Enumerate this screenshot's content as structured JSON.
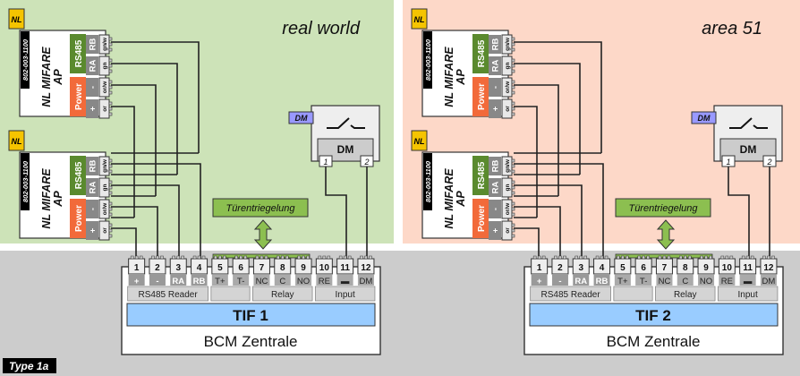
{
  "type_label": "Type 1a",
  "colors": {
    "panel_left_bg": "#cde3b8",
    "panel_right_bg": "#fdd8c8",
    "bottom_bg": "#cccccc",
    "rs485_green": "#5a8a2e",
    "power_orange": "#f26a3a",
    "tif_blue": "#99ccff",
    "dm_tag_purple": "#9999ff",
    "nl_badge_yellow": "#f5c400",
    "tuer_green": "#8cbf50"
  },
  "panels": [
    {
      "title": "real world",
      "readers": [
        {
          "badge": "NL",
          "part_number": "802-003-1100",
          "name_line1": "NL MIFARE",
          "name_line2": "AP",
          "groups": [
            {
              "label": "RS485"
            },
            {
              "label": "Power"
            }
          ],
          "pins": [
            {
              "label": "RB",
              "wire": "gn/w"
            },
            {
              "label": "RA",
              "wire": "gn"
            },
            {
              "label": "-",
              "wire": "or/w"
            },
            {
              "label": "+",
              "wire": "or"
            }
          ]
        },
        {
          "badge": "NL",
          "part_number": "802-003-1100",
          "name_line1": "NL MIFARE",
          "name_line2": "AP",
          "groups": [
            {
              "label": "RS485"
            },
            {
              "label": "Power"
            }
          ],
          "pins": [
            {
              "label": "RB",
              "wire": "gn/w"
            },
            {
              "label": "RA",
              "wire": "gn"
            },
            {
              "label": "-",
              "wire": "or/w"
            },
            {
              "label": "+",
              "wire": "or"
            }
          ]
        }
      ],
      "door_monitor": {
        "tag": "DM",
        "label": "DM",
        "pins": [
          "1",
          "2"
        ]
      },
      "door_lock_label": "Türentriegelung",
      "controller": {
        "interface": "TIF 1",
        "name": "BCM Zentrale",
        "terminals": [
          "1",
          "2",
          "3",
          "4",
          "5",
          "6",
          "7",
          "8",
          "9",
          "10",
          "11",
          "12"
        ],
        "terminal_labels": [
          "+",
          "-",
          "RA",
          "RB",
          "T+",
          "T-",
          "NC",
          "C",
          "NO",
          "RE",
          "▬",
          "DM"
        ],
        "groups": [
          {
            "label": "RS485 Reader"
          },
          {
            "label": ""
          },
          {
            "label": "Relay"
          },
          {
            "label": "Input"
          }
        ]
      }
    },
    {
      "title": "area 51",
      "readers": [
        {
          "badge": "NL",
          "part_number": "802-003-1100",
          "name_line1": "NL MIFARE",
          "name_line2": "AP",
          "groups": [
            {
              "label": "RS485"
            },
            {
              "label": "Power"
            }
          ],
          "pins": [
            {
              "label": "RB",
              "wire": "gn/w"
            },
            {
              "label": "RA",
              "wire": "gn"
            },
            {
              "label": "-",
              "wire": "or/w"
            },
            {
              "label": "+",
              "wire": "or"
            }
          ]
        },
        {
          "badge": "NL",
          "part_number": "802-003-1100",
          "name_line1": "NL MIFARE",
          "name_line2": "AP",
          "groups": [
            {
              "label": "RS485"
            },
            {
              "label": "Power"
            }
          ],
          "pins": [
            {
              "label": "RB",
              "wire": "gn/w"
            },
            {
              "label": "RA",
              "wire": "gn"
            },
            {
              "label": "-",
              "wire": "or/w"
            },
            {
              "label": "+",
              "wire": "or"
            }
          ]
        }
      ],
      "door_monitor": {
        "tag": "DM",
        "label": "DM",
        "pins": [
          "1",
          "2"
        ]
      },
      "door_lock_label": "Türentriegelung",
      "controller": {
        "interface": "TIF 2",
        "name": "BCM Zentrale",
        "terminals": [
          "1",
          "2",
          "3",
          "4",
          "5",
          "6",
          "7",
          "8",
          "9",
          "10",
          "11",
          "12"
        ],
        "terminal_labels": [
          "+",
          "-",
          "RA",
          "RB",
          "T+",
          "T-",
          "NC",
          "C",
          "NO",
          "RE",
          "▬",
          "DM"
        ],
        "groups": [
          {
            "label": "RS485 Reader"
          },
          {
            "label": ""
          },
          {
            "label": "Relay"
          },
          {
            "label": "Input"
          }
        ]
      }
    }
  ]
}
